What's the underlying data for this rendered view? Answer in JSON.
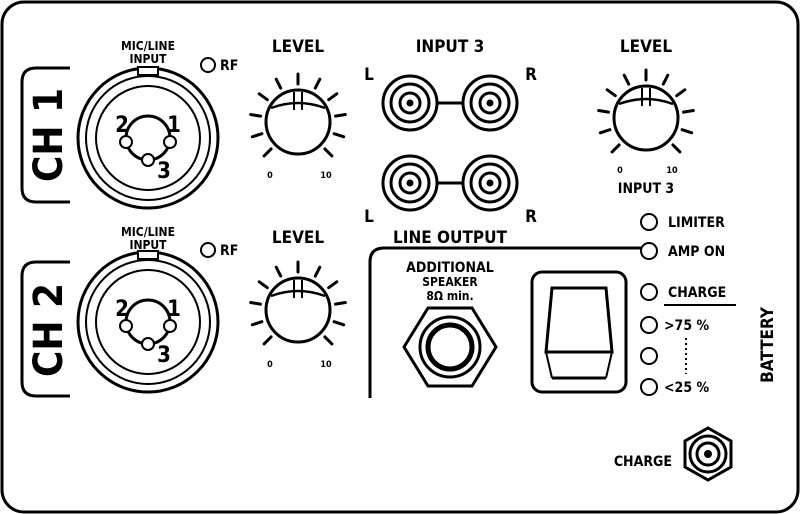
{
  "channels": [
    {
      "label": "CH 1",
      "input_label_line1": "MIC/LINE",
      "input_label_line2": "INPUT",
      "rf_label": "RF",
      "pins": [
        "2",
        "1",
        "3"
      ],
      "level_label": "LEVEL",
      "scale_min": "0",
      "scale_max": "10"
    },
    {
      "label": "CH 2",
      "input_label_line1": "MIC/LINE",
      "input_label_line2": "INPUT",
      "rf_label": "RF",
      "pins": [
        "2",
        "1",
        "3"
      ],
      "level_label": "LEVEL",
      "scale_min": "0",
      "scale_max": "10"
    }
  ],
  "input3": {
    "title": "INPUT 3",
    "left_label": "L",
    "right_label": "R",
    "level_label": "LEVEL",
    "scale_min": "0",
    "scale_max": "10",
    "knob_caption": "INPUT 3"
  },
  "line_output": {
    "title": "LINE OUTPUT",
    "jack_label_line1": "ADDITIONAL",
    "jack_label_line2": "SPEAKER",
    "jack_label_line3": "8Ω min."
  },
  "indicators": {
    "limiter": "LIMITER",
    "amp_on": "AMP ON"
  },
  "battery": {
    "title": "BATTERY",
    "charge": "CHARGE",
    "high": ">75 %",
    "low": "<25 %"
  },
  "charge_socket_label": "CHARGE"
}
